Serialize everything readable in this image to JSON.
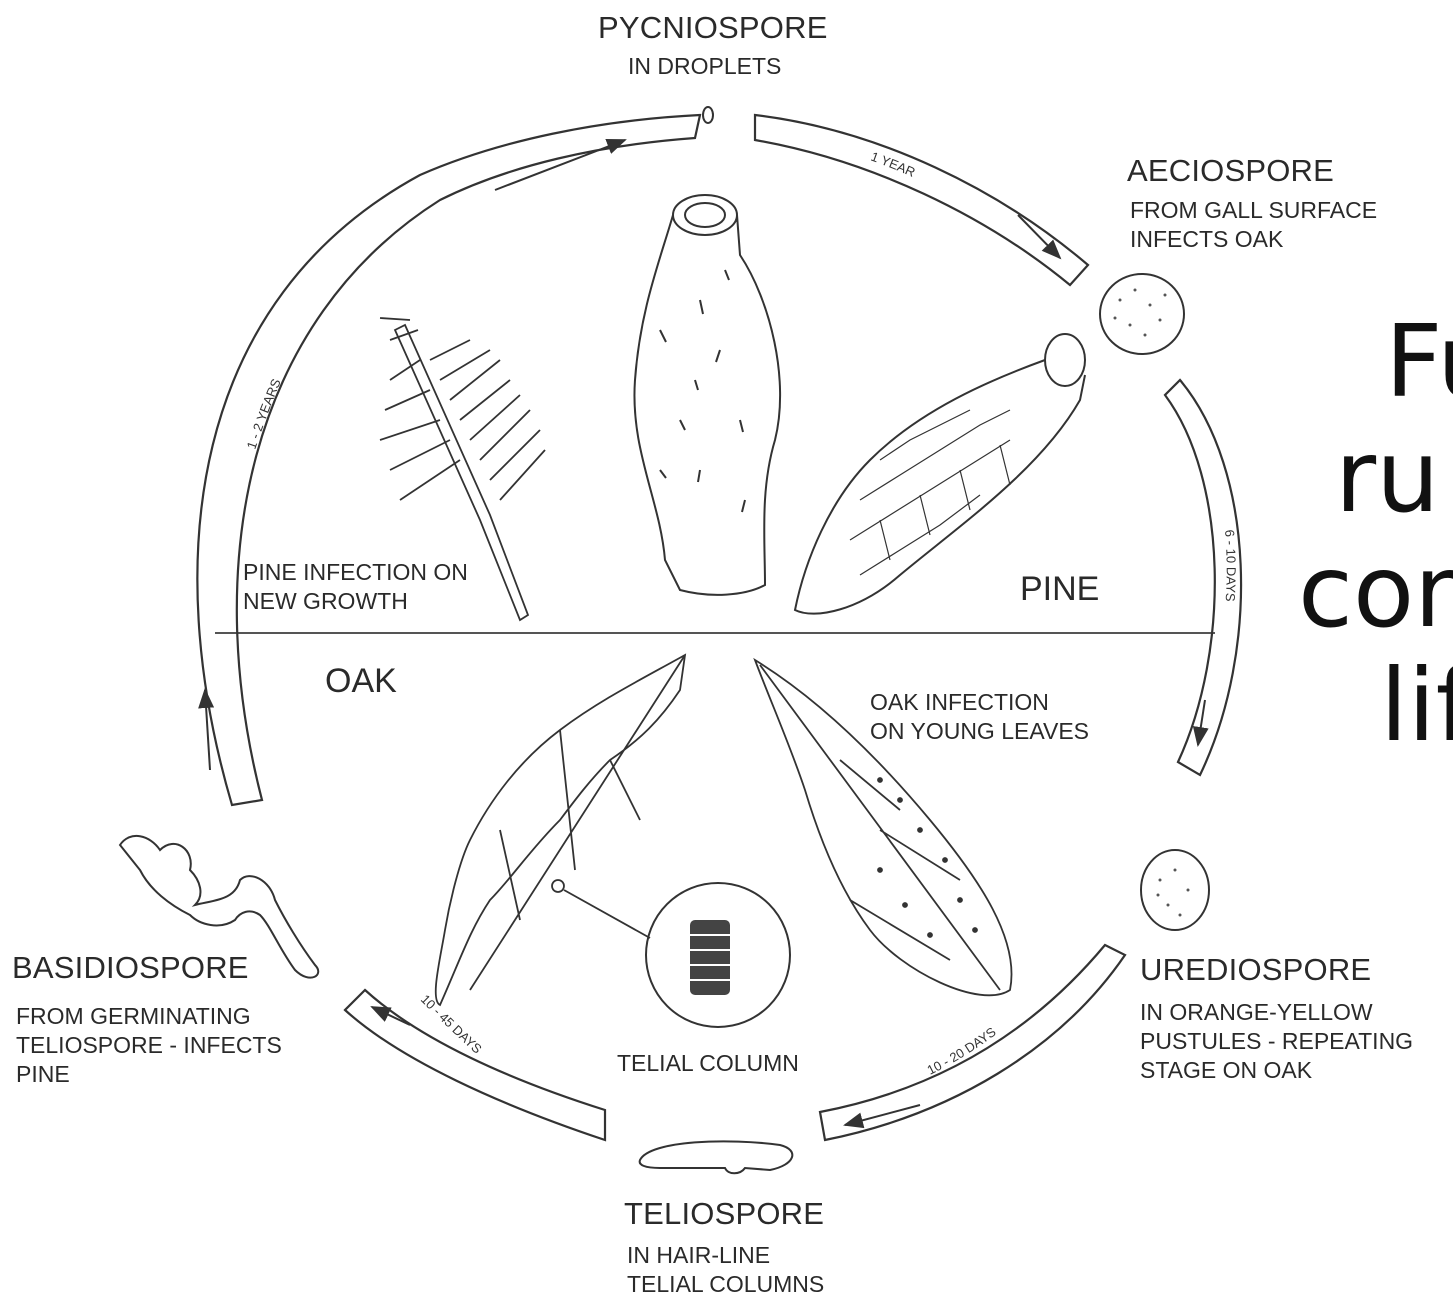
{
  "title_lines": [
    "Fu",
    "ru",
    "con",
    "lif"
  ],
  "stages": {
    "pycniospore": {
      "name": "PYCNIOSPORE",
      "desc": "IN DROPLETS"
    },
    "aeciospore": {
      "name": "AECIOSPORE",
      "desc": "FROM GALL SURFACE\nINFECTS OAK"
    },
    "urediospore": {
      "name": "UREDIOSPORE",
      "desc": "IN ORANGE-YELLOW\nPUSTULES - REPEATING\nSTAGE ON OAK"
    },
    "teliospore": {
      "name": "TELIOSPORE",
      "desc": "IN HAIR-LINE\nTELIAL COLUMNS"
    },
    "basidiospore": {
      "name": "BASIDIOSPORE",
      "desc": "FROM GERMINATING\nTELIOSPORE - INFECTS\nPINE"
    }
  },
  "hosts": {
    "pine": "PINE",
    "oak": "OAK"
  },
  "notes": {
    "pine_infection": "PINE INFECTION ON\nNEW GROWTH",
    "oak_infection": "OAK INFECTION\nON YOUNG LEAVES",
    "telial_column": "TELIAL COLUMN"
  },
  "durations": {
    "pine_to_aecio": "1 YEAR",
    "aecio_to_uredo": "6 - 10 DAYS",
    "uredo_to_telio": "10 - 20 DAYS",
    "telio_to_basidio": "10 - 45 DAYS",
    "basidio_to_pycnio": "1 - 2 YEARS"
  }
}
